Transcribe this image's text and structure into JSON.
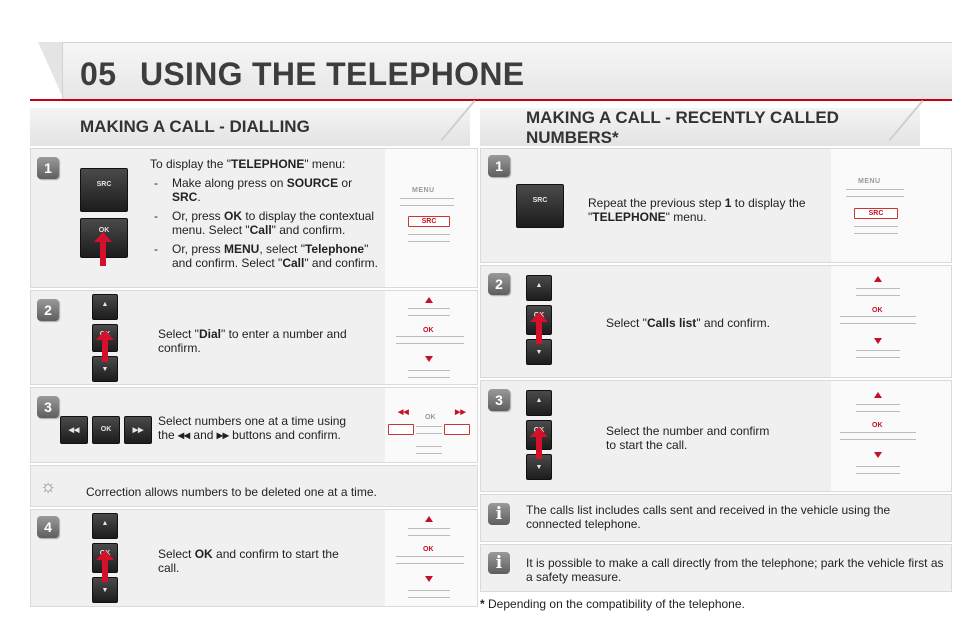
{
  "header": {
    "chapter": "05",
    "title": "USING THE TELEPHONE"
  },
  "left": {
    "title": "MAKING A CALL - DIALLING",
    "step1": {
      "num": "1",
      "intro_pre": "To display the \"",
      "intro_b": "TELEPHONE",
      "intro_post": "\" menu:",
      "b1_pre": "Make along press on ",
      "b1_b1": "SOURCE",
      "b1_mid": " or ",
      "b1_b2": "SRC",
      "b1_post": ".",
      "b2_pre": "Or, press ",
      "b2_b1": "OK",
      "b2_mid": " to display the contextual menu. Select \"",
      "b2_b2": "Call",
      "b2_post": "\" and confirm.",
      "b3_pre": "Or, press ",
      "b3_b1": "MENU",
      "b3_mid1": ", select \"",
      "b3_b2": "Telephone",
      "b3_mid2": "\" and confirm. Select \"",
      "b3_b3": "Call",
      "b3_post": "\" and confirm."
    },
    "step2": {
      "num": "2",
      "pre": "Select \"",
      "b": "Dial",
      "post": "\" to enter a number and confirm."
    },
    "step3": {
      "num": "3",
      "line1": "Select numbers one at a time using",
      "line2_pre": "the ",
      "line2_mid": " and ",
      "line2_post": " buttons and confirm."
    },
    "tip": "Correction allows numbers to be deleted one at a time.",
    "step4": {
      "num": "4",
      "pre": "Select ",
      "b": "OK",
      "post": " and confirm to start the call."
    }
  },
  "right": {
    "title_line1": "MAKING A CALL - RECENTLY CALLED",
    "title_line2": "NUMBERS*",
    "step1": {
      "num": "1",
      "pre": "Repeat the previous step ",
      "b1": "1",
      "mid": " to display the \"",
      "b2": "TELEPHONE",
      "post": "\" menu."
    },
    "step2": {
      "num": "2",
      "pre": "Select \"",
      "b": "Calls list",
      "post": "\" and confirm."
    },
    "step3": {
      "num": "3",
      "line1": "Select the number and confirm",
      "line2": "to start the call."
    },
    "info1": "The calls list includes calls sent and received in the vehicle using the connected telephone.",
    "info2": "It is possible to make a call directly from the telephone; park the vehicle first as a safety measure."
  },
  "footnote": {
    "star": "*",
    "text": " Depending on the compatibility of the telephone."
  },
  "controls": {
    "src": "SRC",
    "ok": "OK",
    "menu": "MENU",
    "up": "▲",
    "down": "▼",
    "prev": "◀◀",
    "next": "▶▶",
    "prev_small": "◂◂",
    "next_small": "▸▸",
    "info_glyph": "i",
    "tip_glyph": "☼"
  },
  "colors": {
    "accent": "#c31026",
    "panel": "#f0f0f0"
  }
}
